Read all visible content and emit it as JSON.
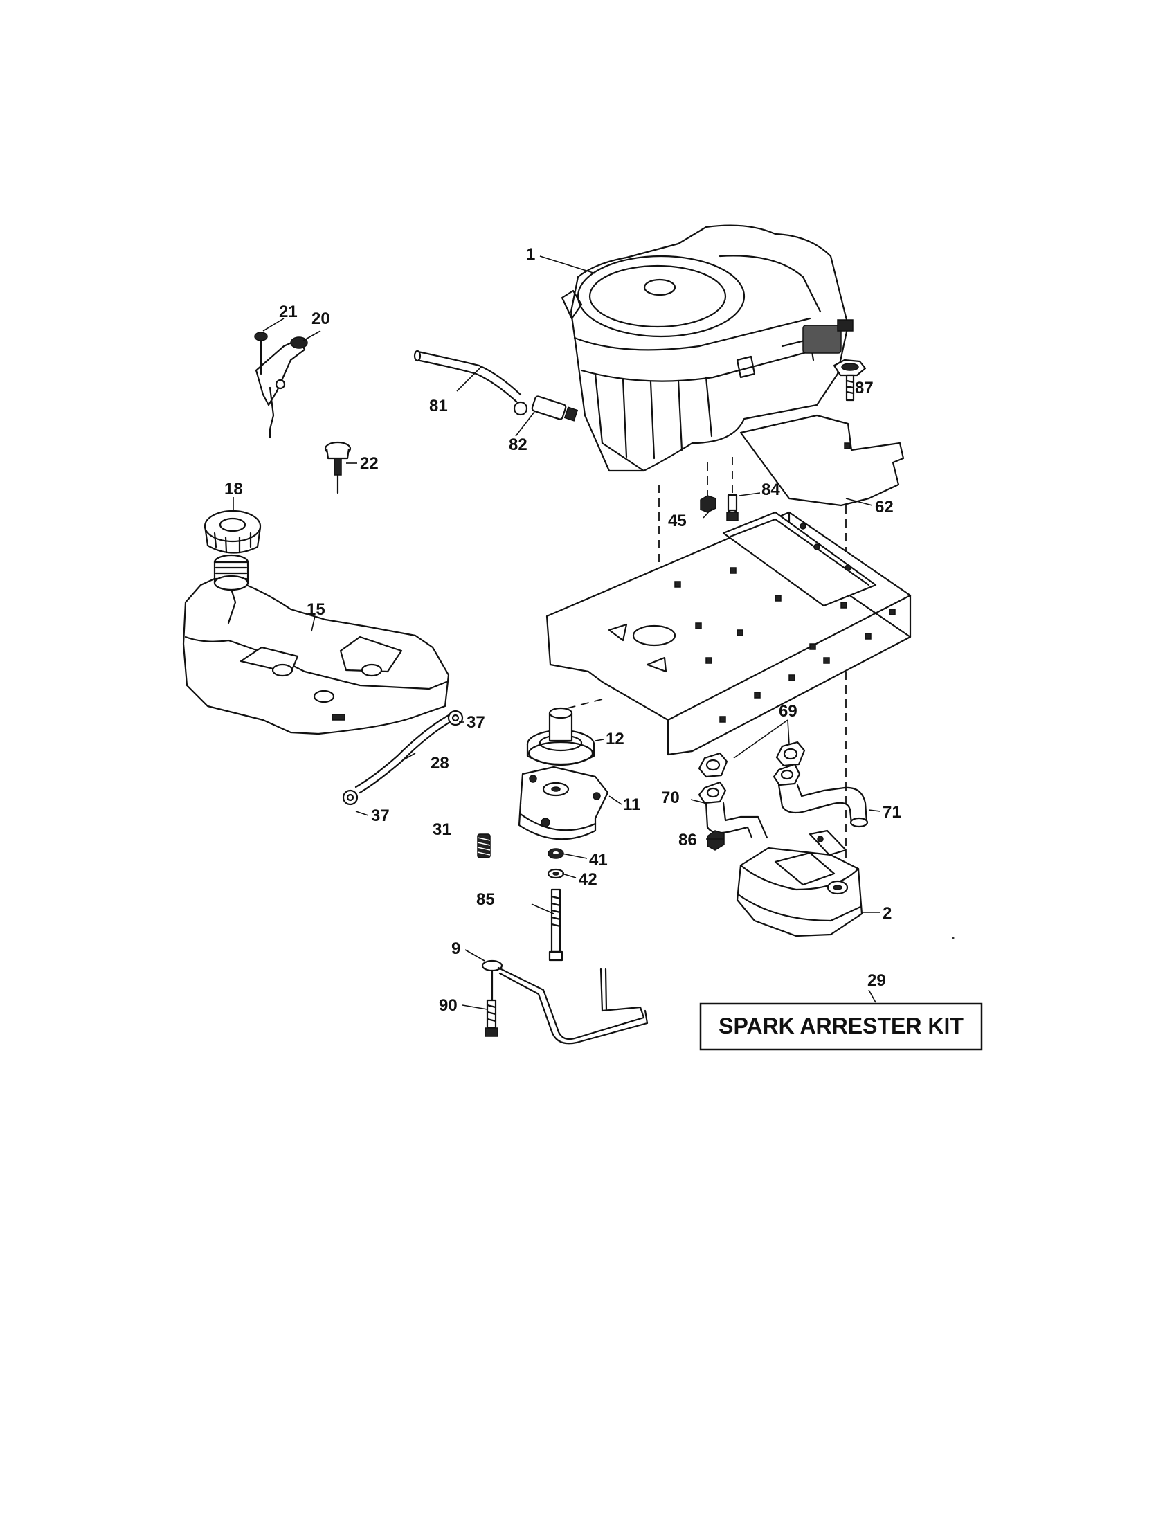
{
  "diagram": {
    "part_labels": {
      "p1": "1",
      "p2": "2",
      "p9": "9",
      "p11": "11",
      "p12": "12",
      "p15": "15",
      "p18": "18",
      "p20": "20",
      "p21": "21",
      "p22": "22",
      "p28": "28",
      "p29": "29",
      "p31": "31",
      "p37a": "37",
      "p37b": "37",
      "p41": "41",
      "p42": "42",
      "p45": "45",
      "p62": "62",
      "p69": "69",
      "p70": "70",
      "p71": "71",
      "p81": "81",
      "p82": "82",
      "p84": "84",
      "p85": "85",
      "p86": "86",
      "p87": "87",
      "p90": "90"
    },
    "kit_label": "SPARK ARRESTER KIT"
  }
}
